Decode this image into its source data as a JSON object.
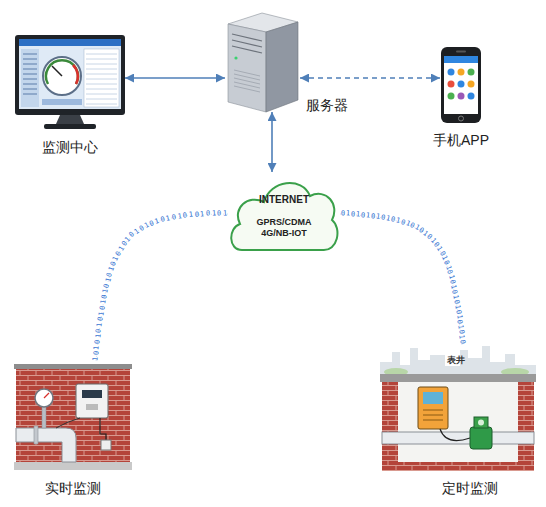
{
  "diagram": {
    "nodes": [
      {
        "text": [
          "监测中心"
        ]
      },
      {
        "text": [
          "服务器"
        ]
      },
      {
        "text": [
          "手机APP"
        ]
      },
      {
        "text": [
          "INTERNET",
          "GPRS/CDMA 4G/NB-IOT"
        ]
      },
      {
        "text": [
          "实时监测"
        ]
      },
      {
        "text": [
          "定时监测"
        ]
      }
    ],
    "edges": [
      {
        "from": 0,
        "to": 1,
        "arrow": "both"
      },
      {
        "from": 1,
        "to": 2,
        "arrow": "both"
      },
      {
        "from": 1,
        "to": 3,
        "arrow": "both"
      },
      {
        "from": 3,
        "to": 4,
        "arrow": "none",
        "label": "10101010101010101010101010101010101010101"
      },
      {
        "from": 3,
        "to": 5,
        "arrow": "none",
        "label": "01010101010101010101010101010101010101010"
      }
    ],
    "labels": [
      "表井"
    ]
  }
}
